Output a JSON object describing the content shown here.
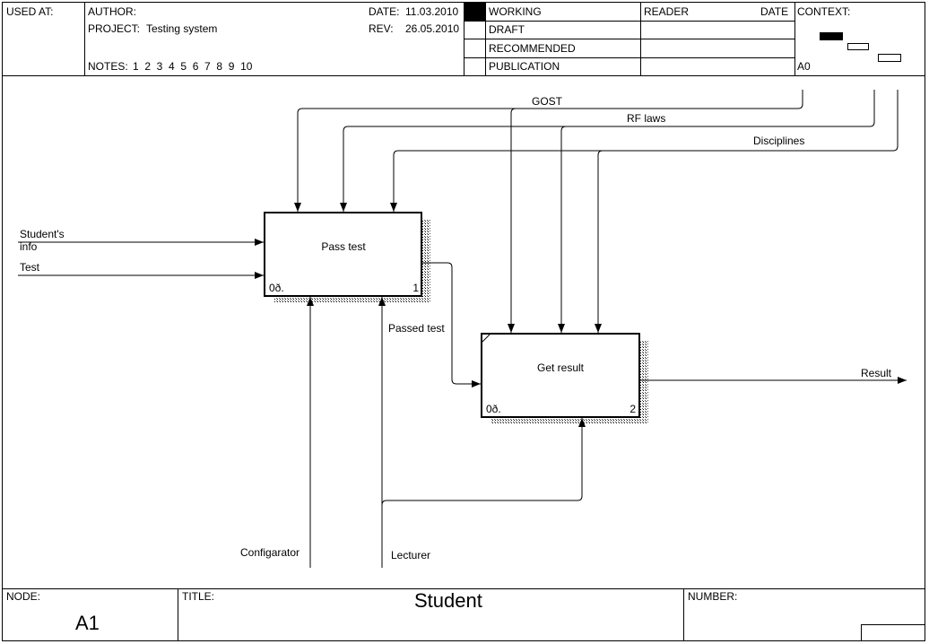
{
  "header": {
    "used_at_label": "USED AT:",
    "author_label": "AUTHOR:",
    "project_label": "PROJECT:",
    "project_value": "Testing system",
    "notes_label": "NOTES:",
    "notes_numbers": "1  2  3  4  5  6  7  8  9  10",
    "date_label": "DATE:",
    "date_value": "11.03.2010",
    "rev_label": "REV:",
    "rev_value": "26.05.2010",
    "status": [
      "WORKING",
      "DRAFT",
      "RECOMMENDED",
      "PUBLICATION"
    ],
    "reader_label": "READER",
    "reader_date_label": "DATE",
    "context_label": "CONTEXT:",
    "context_node": "A0"
  },
  "diagram": {
    "boxes": [
      {
        "name": "Pass test",
        "cost": "0ð.",
        "number": "1"
      },
      {
        "name": "Get result",
        "cost": "0ð.",
        "number": "2"
      }
    ],
    "arrows": {
      "gost": "GOST",
      "rf_laws": "RF laws",
      "disciplines": "Disciplines",
      "students_info_line1": "Student's",
      "students_info_line2": "info",
      "test": "Test",
      "passed_test": "Passed test",
      "result": "Result",
      "configurator": "Configarator",
      "lecturer": "Lecturer"
    }
  },
  "footer": {
    "node_label": "NODE:",
    "node_value": "A1",
    "title_label": "TITLE:",
    "title_value": "Student",
    "number_label": "NUMBER:"
  }
}
